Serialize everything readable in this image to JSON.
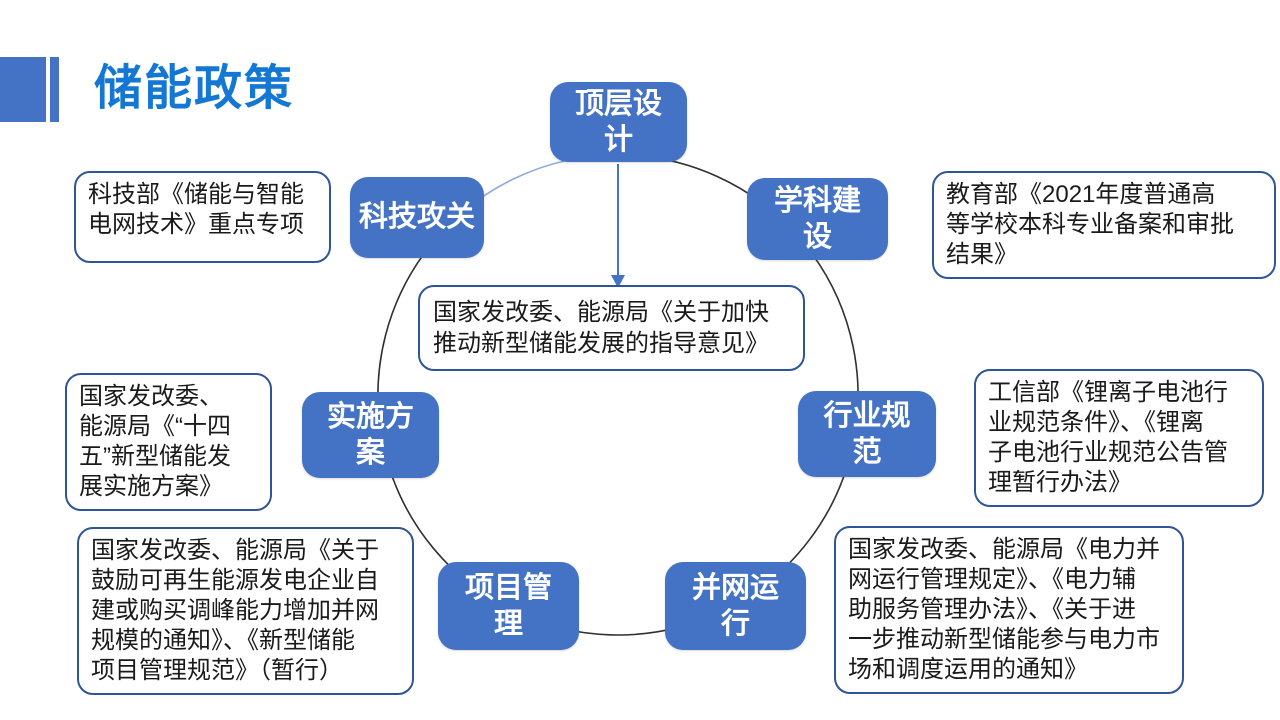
{
  "slide": {
    "title": "储能政策",
    "colors": {
      "accent": "#4472C4",
      "title_text": "#1377D3",
      "callout_border": "#2F5597",
      "node_fill": "#4472C4",
      "node_text": "#FFFFFF",
      "circle_stroke": "#303030",
      "arc_highlight": "#8FAADC",
      "arrow": "#4472C4"
    }
  },
  "diagram": {
    "center_note": "国家发改委、能源局《关于加快\n推动新型储能发展的指导意见》",
    "nodes": [
      {
        "id": "top-level-design",
        "label": "顶层设\n计"
      },
      {
        "id": "discipline-construction",
        "label": "学科建\n设"
      },
      {
        "id": "tech-research",
        "label": "科技攻关"
      },
      {
        "id": "implementation-plan",
        "label": "实施方\n案"
      },
      {
        "id": "industry-standards",
        "label": "行业规\n范"
      },
      {
        "id": "project-management",
        "label": "项目管\n理"
      },
      {
        "id": "grid-operation",
        "label": "并网运\n行"
      }
    ],
    "callouts": [
      {
        "id": "tech-research-docs",
        "text": "科技部《储能与智能\n电网技术》重点专项"
      },
      {
        "id": "discipline-docs",
        "text": "教育部《2021年度普通高\n等学校本科专业备案和审批\n结果》"
      },
      {
        "id": "implementation-docs",
        "text": "国家发改委、\n能源局《“十四\n五”新型储能发\n展实施方案》"
      },
      {
        "id": "industry-docs",
        "text": "工信部《锂离子电池行\n业规范条件》、《锂离\n子电池行业规范公告管\n理暂行办法》"
      },
      {
        "id": "project-docs",
        "text": "国家发改委、能源局《关于\n鼓励可再生能源发电企业自\n建或购买调峰能力增加并网\n规模的通知》、《新型储能\n项目管理规范》（暂行）"
      },
      {
        "id": "grid-docs",
        "text": "国家发改委、能源局《电力并\n网运行管理规定》、《电力辅\n助服务管理办法》、《关于进\n一步推动新型储能参与电力市\n场和调度运用的通知》"
      }
    ]
  }
}
